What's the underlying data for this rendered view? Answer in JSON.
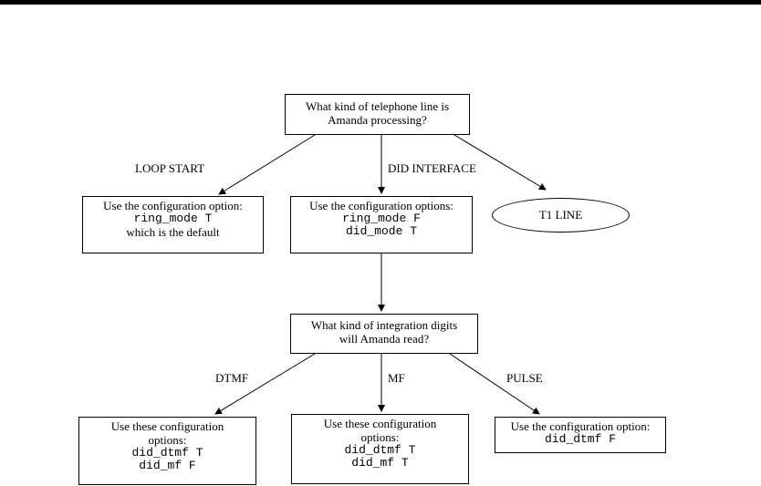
{
  "question_line": {
    "lines": [
      "What kind of telephone line is",
      "Amanda processing?"
    ]
  },
  "edge_labels": {
    "loop_start": "LOOP START",
    "did_interface": "DID INTERFACE",
    "dtmf": "DTMF",
    "mf": "MF",
    "pulse": "PULSE"
  },
  "loop_start_box": {
    "line1": "Use the configuration option:",
    "code1": "ring_mode T",
    "line3": "which is the default"
  },
  "did_box": {
    "line1": "Use the configuration options:",
    "code1": "ring_mode F",
    "code2": "did_mode T"
  },
  "t1_line": "T1 LINE",
  "question_digits": {
    "lines": [
      "What kind of integration digits",
      "will Amanda read?"
    ]
  },
  "dtmf_box": {
    "line1": "Use these configuration",
    "line2": "options:",
    "code1": "did_dtmf T",
    "code2": "did_mf F"
  },
  "mf_box": {
    "line1": "Use these configuration",
    "line2": "options:",
    "code1": "did_dtmf T",
    "code2": "did_mf T"
  },
  "pulse_box": {
    "line1": "Use the configuration option:",
    "code1": "did_dtmf F"
  }
}
